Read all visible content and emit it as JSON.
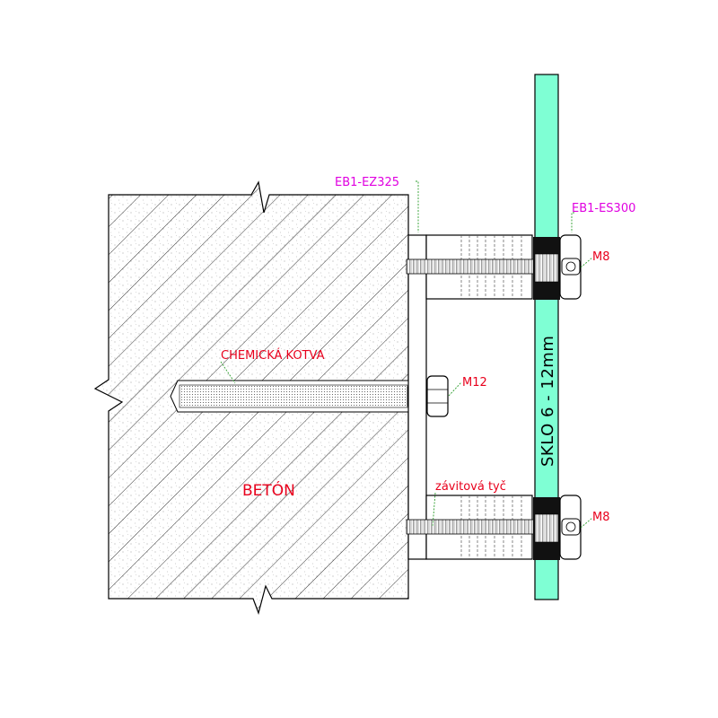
{
  "colors": {
    "label_red": "#e8001c",
    "label_magenta": "#e000e0",
    "glass": "#7fffd4",
    "leader": "#2e9e2e",
    "outline": "#000000",
    "seal": "#111111"
  },
  "labels": {
    "concrete": "BETÓN",
    "chemical_anchor": "CHEMICKÁ KOTVA",
    "anchor_nut": "M12",
    "spacer_code": "EB1-EZ325",
    "cap_code": "EB1-ES300",
    "bolt_top": "M8",
    "bolt_bottom": "M8",
    "threaded_rod": "závitová tyč",
    "glass": "SKLO  6 - 12mm"
  }
}
